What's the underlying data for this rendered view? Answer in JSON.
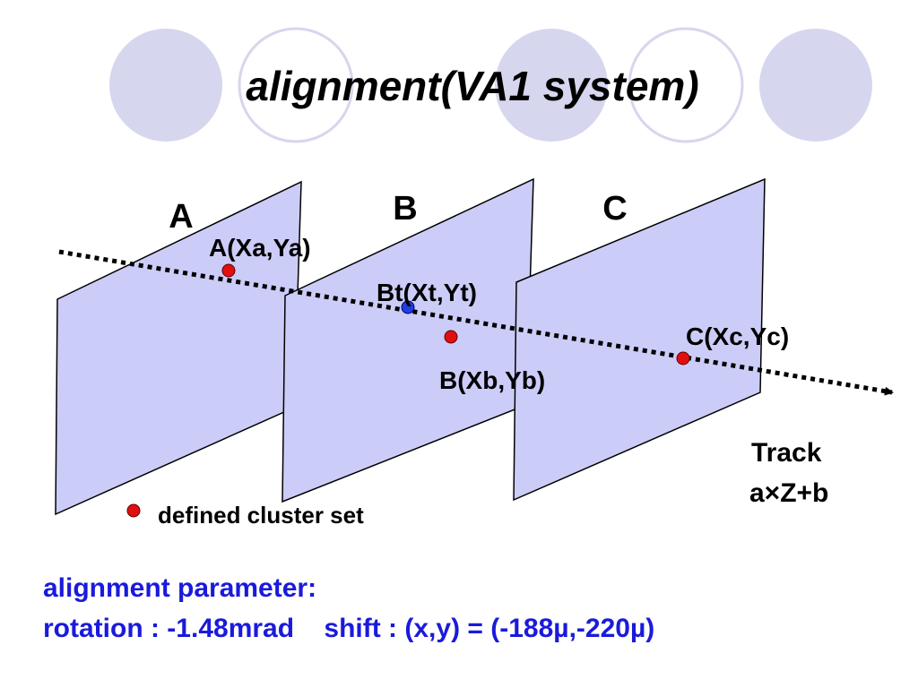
{
  "title": "alignment(VA1 system)",
  "planes": [
    {
      "label": "A"
    },
    {
      "label": "B"
    },
    {
      "label": "C"
    }
  ],
  "points": {
    "a": "A(Xa,Ya)",
    "bt": "Bt(Xt,Yt)",
    "b": "B(Xb,Yb)",
    "c": "C(Xc,Yc)"
  },
  "track": {
    "label": "Track",
    "formula": "a×Z+b"
  },
  "legend": {
    "label": "defined cluster set"
  },
  "parameters": {
    "heading": "alignment parameter:",
    "line": "rotation : -1.48mrad    shift : (x,y) = (-188µ,-220µ)"
  },
  "colors": {
    "plane_fill": "#ccccf8",
    "circle_fill": "#d6d6ee",
    "cluster_red": "#e01010",
    "track_point_blue": "#1f3fe0",
    "parameter_text": "#1a1adc"
  }
}
